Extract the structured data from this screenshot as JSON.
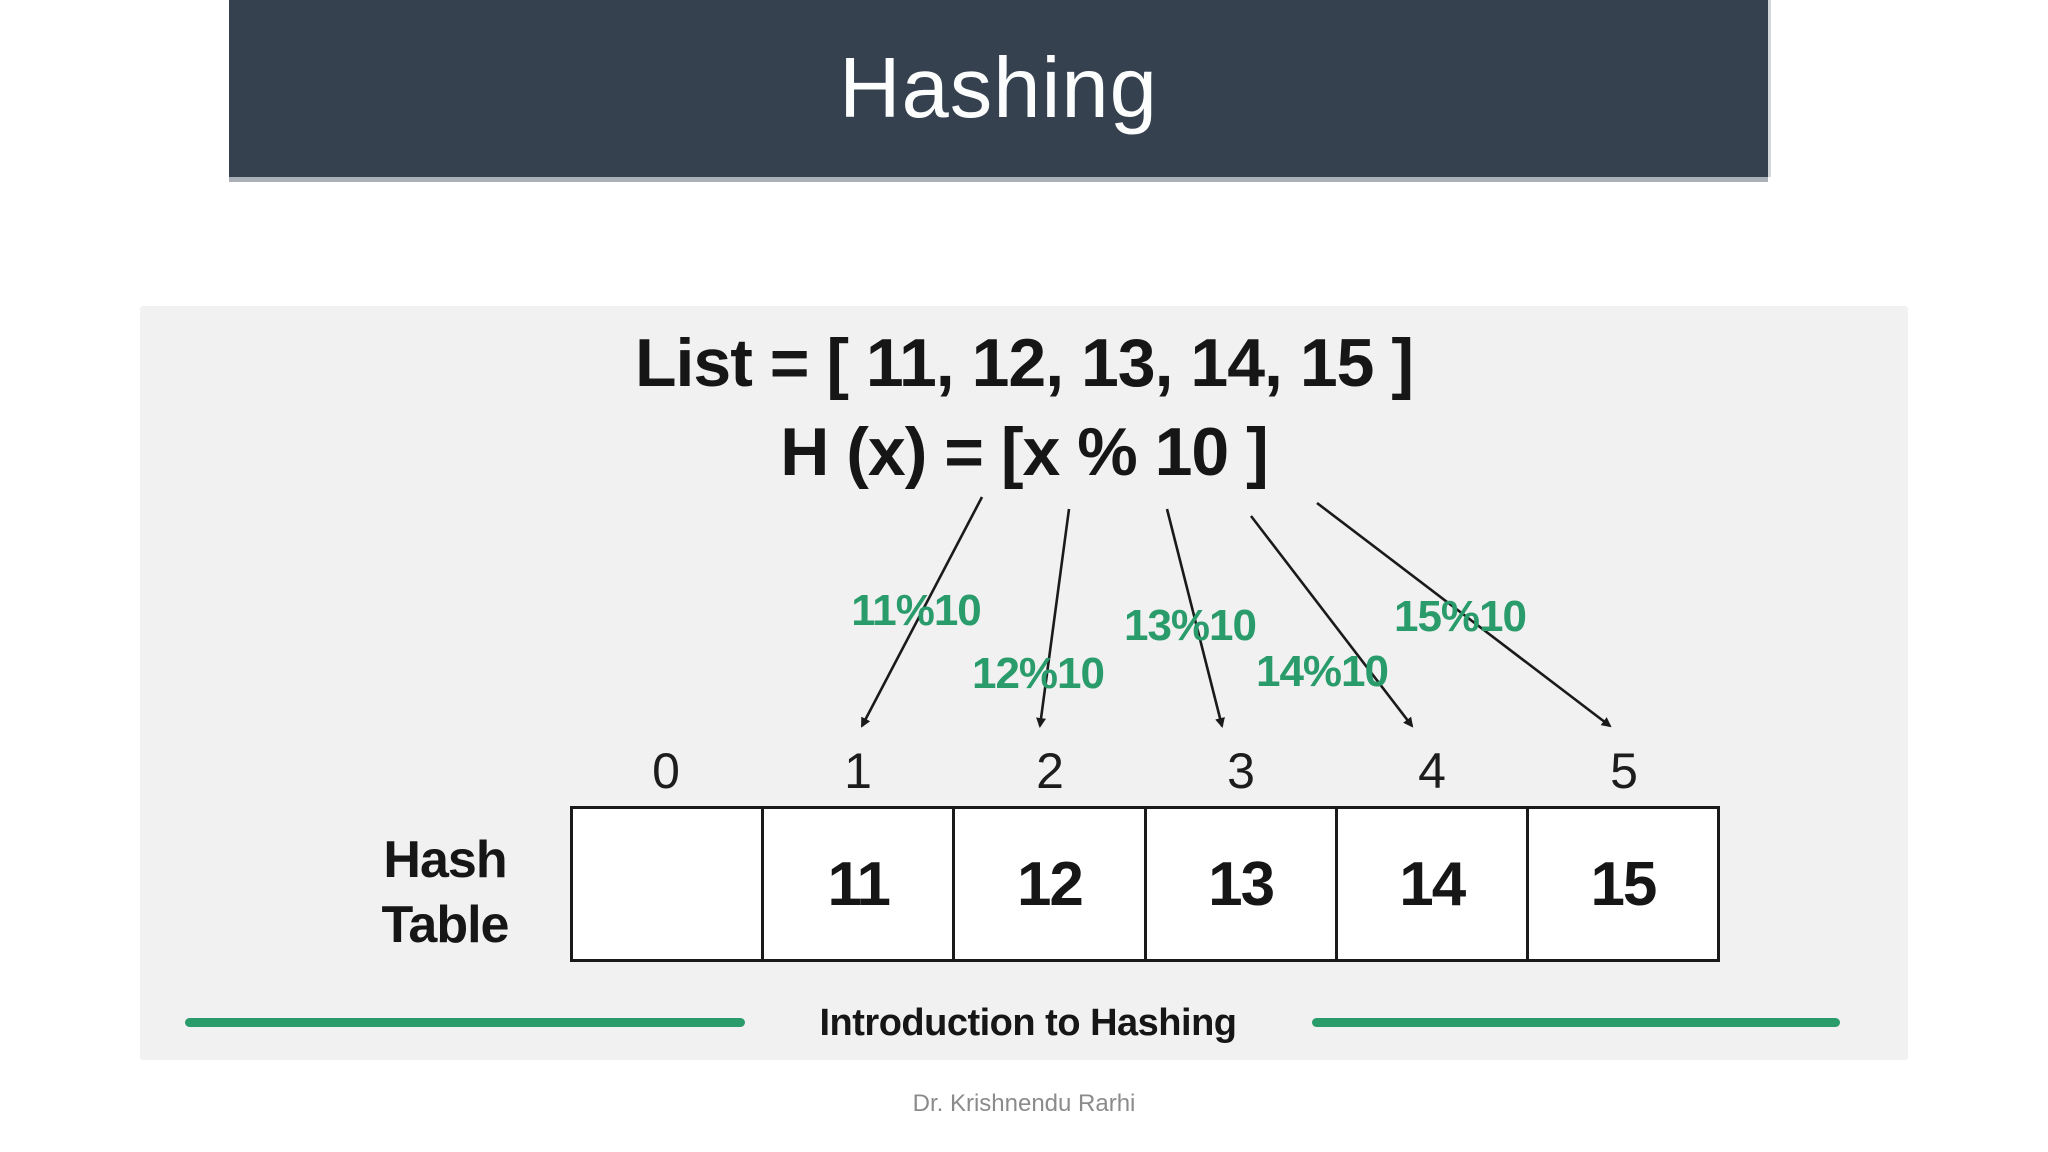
{
  "header": {
    "title": "Hashing"
  },
  "diagram": {
    "list_formula": "List = [ 11, 12, 13, 14, 15 ]",
    "hash_formula": "H (x) = [x % 10 ]",
    "mod_labels": [
      "11%10",
      "12%10",
      "13%10",
      "14%10",
      "15%10"
    ],
    "index_labels": [
      "0",
      "1",
      "2",
      "3",
      "4",
      "5"
    ],
    "cell_values": [
      "",
      "11",
      "12",
      "13",
      "14",
      "15"
    ],
    "table_label_line1": "Hash",
    "table_label_line2": "Table",
    "caption": "Introduction to Hashing",
    "colors": {
      "banner_background": "#364150",
      "accent_green": "#2a9b6b",
      "panel_background": "#f1f1f2",
      "text_black": "#161616"
    }
  },
  "footer": {
    "author": "Dr. Krishnendu Rarhi"
  }
}
